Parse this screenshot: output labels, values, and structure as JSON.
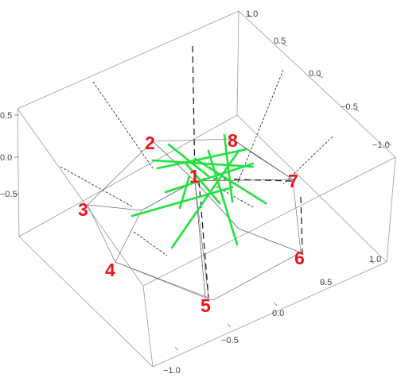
{
  "plot": {
    "tick_labels": {
      "top_axis": [
        "1.0",
        "0.5",
        "0.0",
        "−0.5",
        "−1.0"
      ],
      "left_axis": [
        "0.5",
        "0.0",
        "−0.5"
      ],
      "right_axis": [
        "1.0",
        "0.5",
        "0.0",
        "−0.5",
        "−1.0"
      ]
    },
    "vertex_labels": [
      "1",
      "2",
      "3",
      "4",
      "5",
      "6",
      "7",
      "8"
    ]
  },
  "colors": {
    "vertex_label": "#e8141a",
    "green_lines": "#1ee33a",
    "face_blue": "#4f7ff2",
    "face_violet": "#7b80f0",
    "face_lavender": "#a99ff0",
    "face_pink": "#eecff6",
    "face_cyan": "#a9dbf4",
    "face_light": "#e6f0fb"
  }
}
